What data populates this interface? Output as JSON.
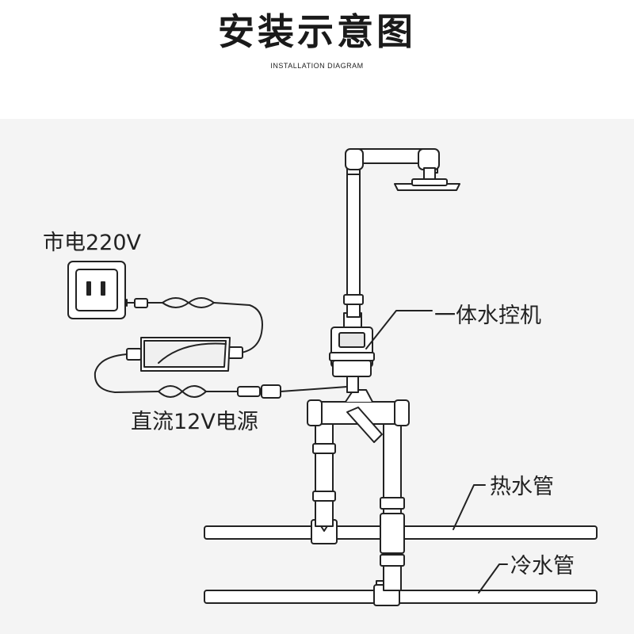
{
  "header": {
    "title": "安装示意图",
    "subtitle": "INSTALLATION DIAGRAM"
  },
  "labels": {
    "mains": "市电220V",
    "controller": "一体水控机",
    "power_supply": "直流12V电源",
    "hot_pipe": "热水管",
    "cold_pipe": "冷水管"
  },
  "colors": {
    "line": "#222222",
    "pipe_fill": "#ffffff",
    "scene_background": "#f4f4f4"
  }
}
